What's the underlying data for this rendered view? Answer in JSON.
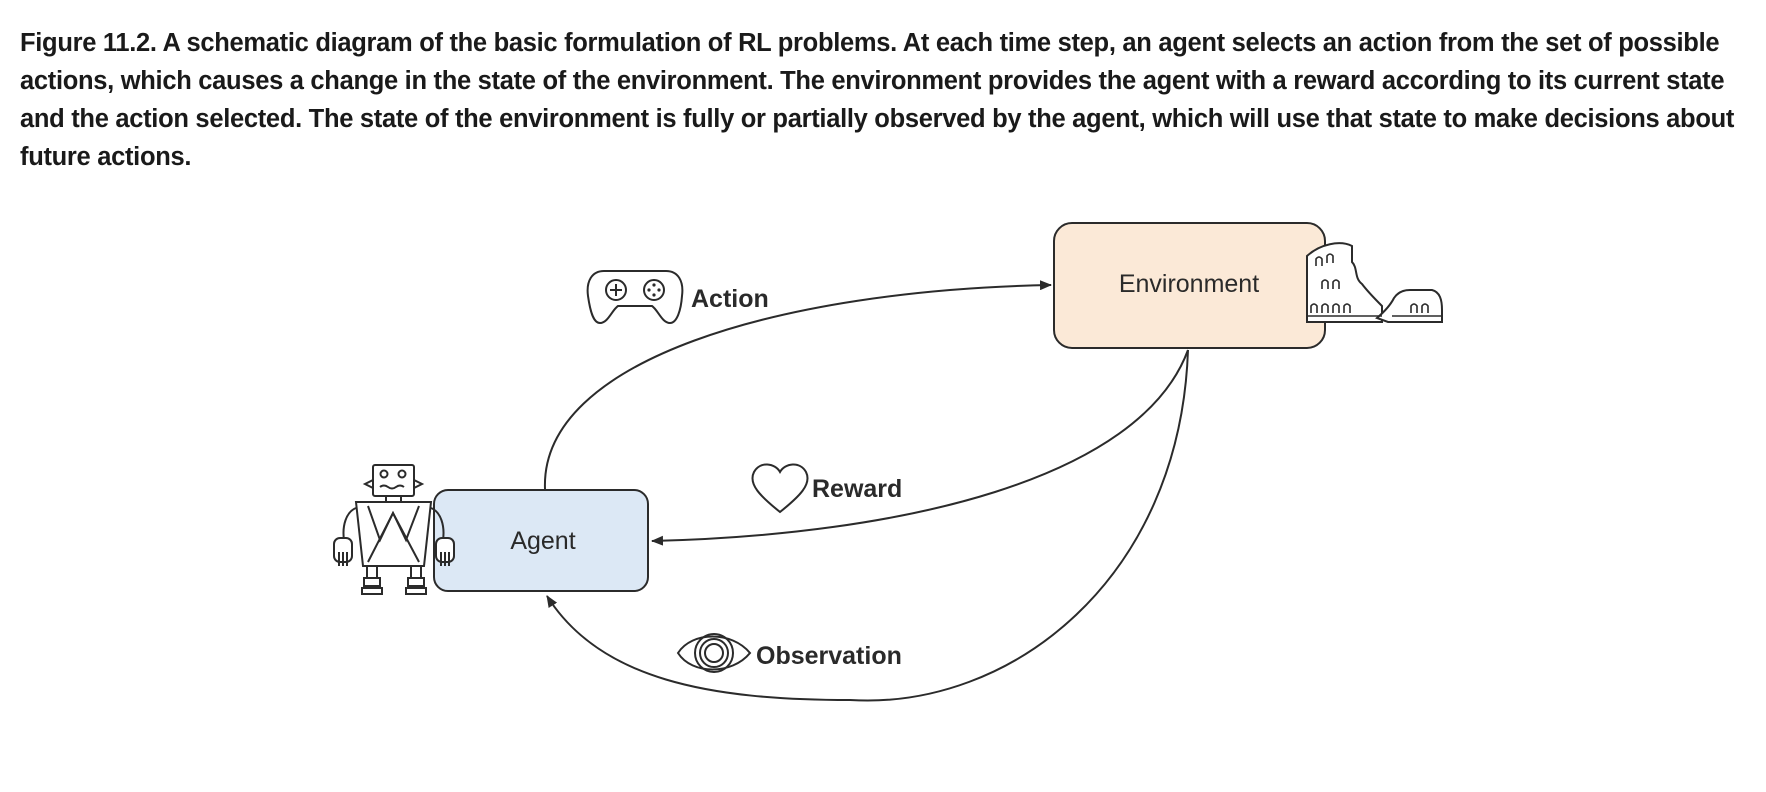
{
  "caption": "Figure 11.2. A schematic diagram of the basic formulation of RL problems. At each time step, an agent selects an action from the set of possible actions, which causes a change in the state of the environment. The environment provides the agent with a reward according to its current state and the action selected. The state of the environment is fully or partially observed by the agent, which will use that state to make decisions about future actions.",
  "nodes": {
    "agent": {
      "label": "Agent",
      "fill": "#dce8f5",
      "stroke": "#2b2b2b"
    },
    "environment": {
      "label": "Environment",
      "fill": "#fbe9d7",
      "stroke": "#2b2b2b"
    }
  },
  "edges": {
    "action": {
      "label": "Action",
      "icon": "gamepad-icon"
    },
    "reward": {
      "label": "Reward",
      "icon": "heart-icon"
    },
    "observation": {
      "label": "Observation",
      "icon": "eye-icon"
    }
  },
  "icons": {
    "agent": "robot-icon",
    "environment": "colosseum-icon"
  }
}
